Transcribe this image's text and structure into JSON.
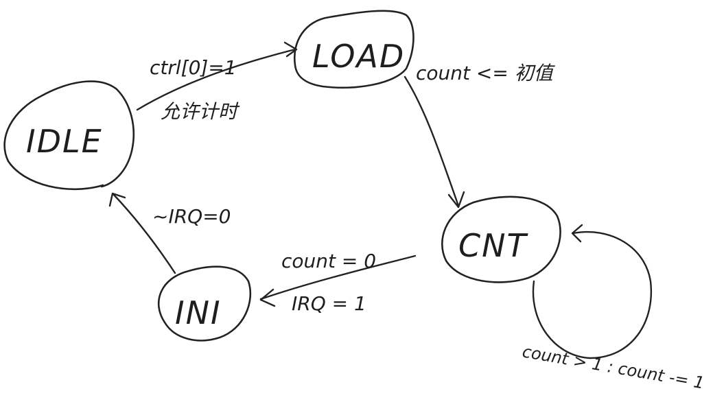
{
  "diagram": {
    "nodes": {
      "idle": "IDLE",
      "load": "LOAD",
      "cnt": "CNT",
      "int": "INI"
    },
    "edges": {
      "idle_to_load_line1": "ctrl[0]=1",
      "idle_to_load_line2": "允许计时",
      "load_to_cnt": "count <= 初值",
      "cnt_self_loop": "count > 1 : count -= 1",
      "cnt_to_int_line1": "count = 0",
      "cnt_to_int_line2": "IRQ = 1",
      "int_to_idle": "~IRQ=0"
    }
  }
}
